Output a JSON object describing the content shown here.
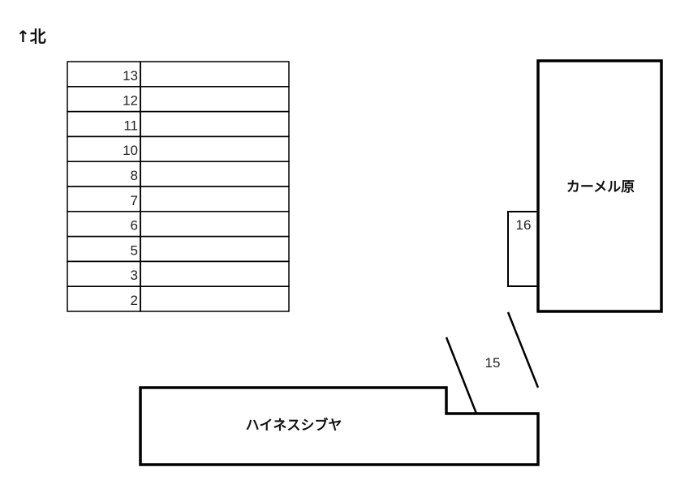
{
  "north_label": "↑北",
  "parking_rows": [
    "13",
    "12",
    "11",
    "10",
    "8",
    "7",
    "6",
    "5",
    "3",
    "2"
  ],
  "building_east_name": "カーメル原",
  "space_16_label": "16",
  "space_15_label": "15",
  "building_south_name": "ハイネスシブヤ"
}
